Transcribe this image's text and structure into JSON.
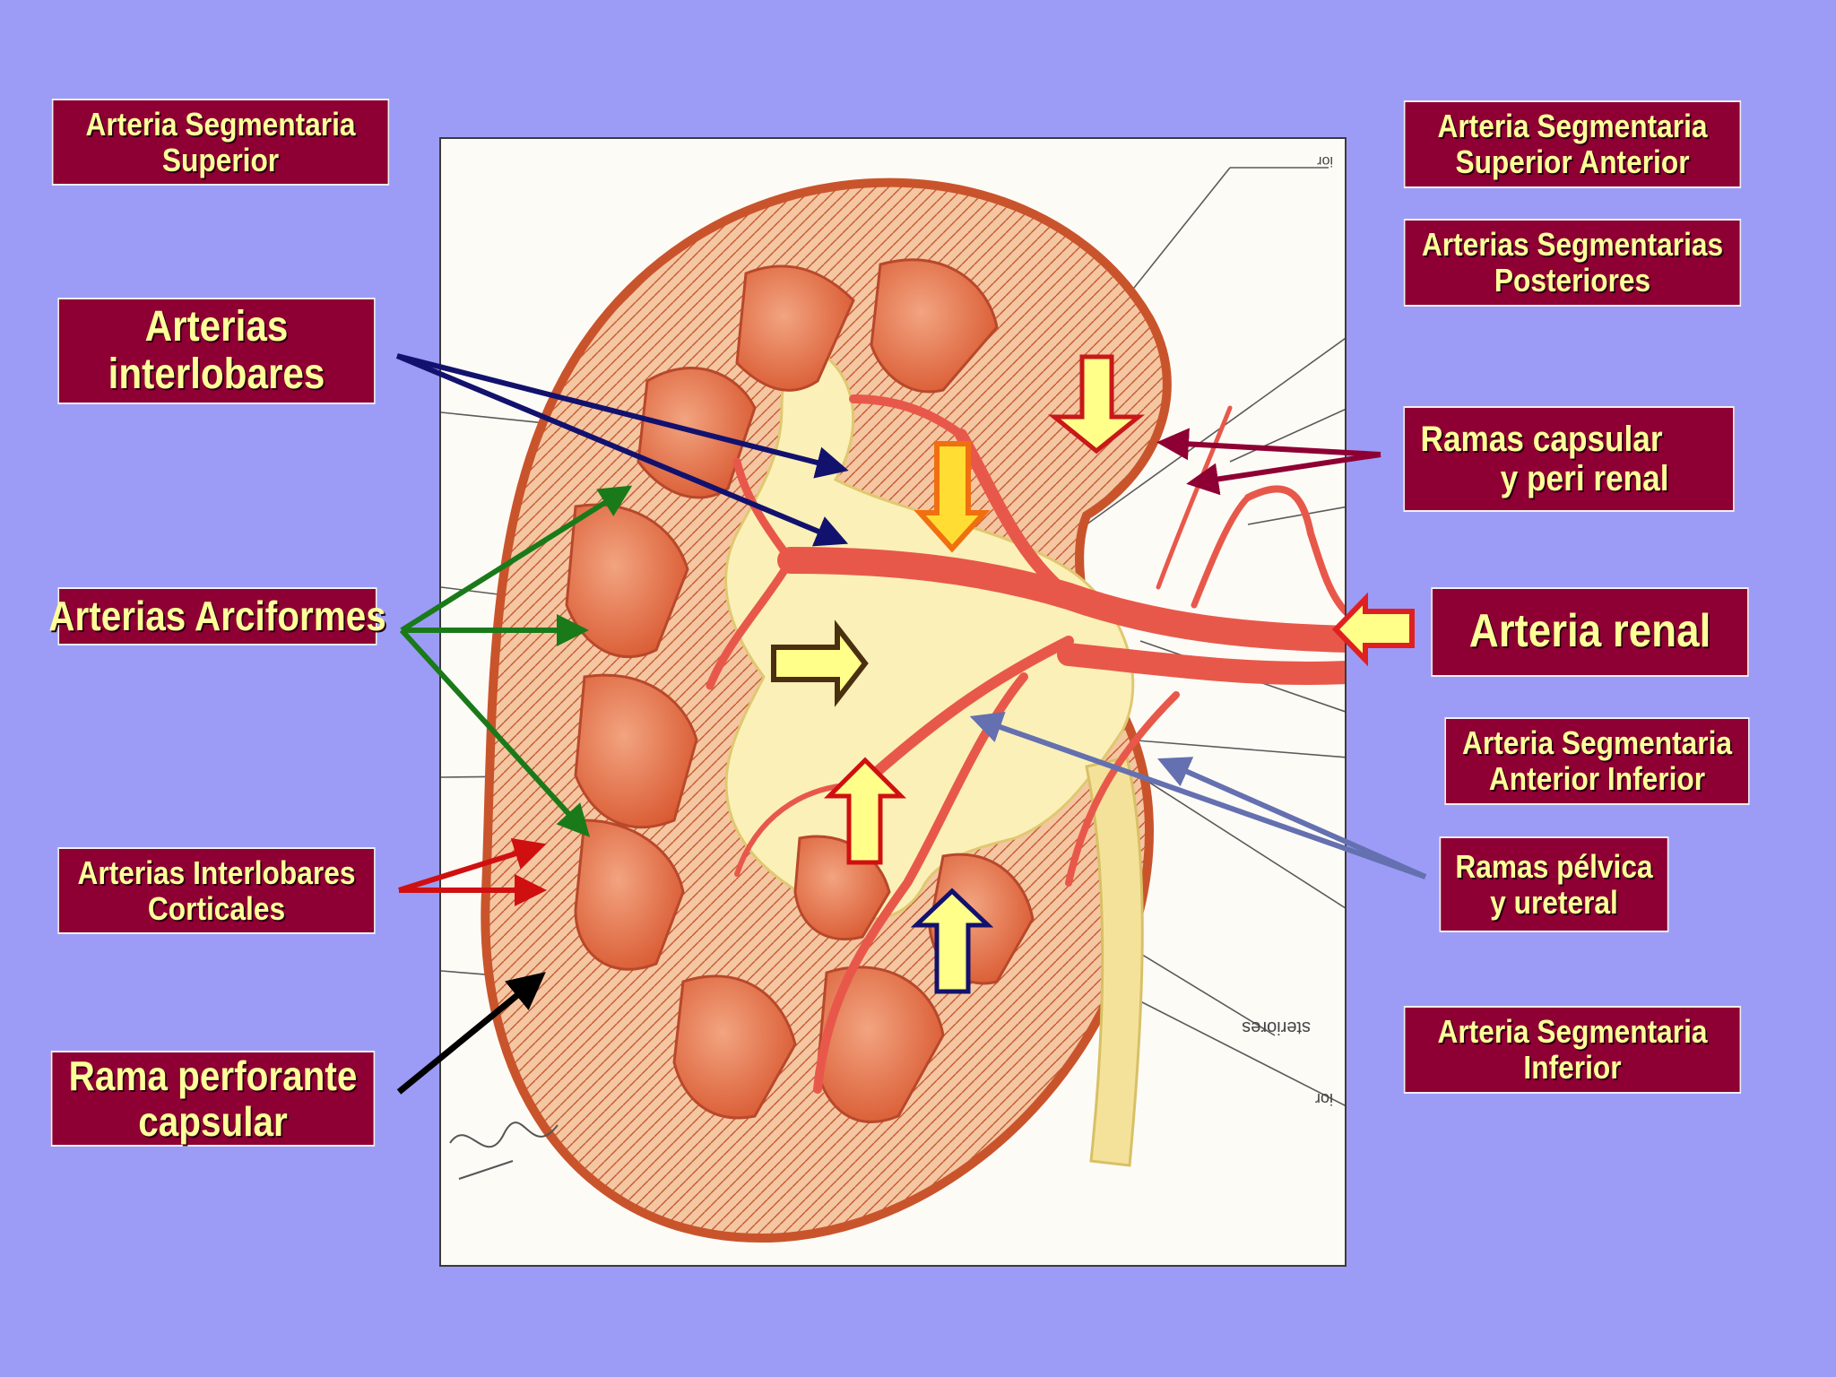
{
  "labels": {
    "seg_superior": [
      "Arteria  Segmentaria",
      "Superior"
    ],
    "interlobares": [
      "Arterias",
      "interlobares"
    ],
    "arciformes": [
      "Arterias Arciformes"
    ],
    "interlobares_corticales": [
      "Arterias Interlobares",
      "Corticales"
    ],
    "perforante": [
      "Rama perforante",
      "capsular"
    ],
    "seg_superior_anterior": [
      "Arteria  Segmentaria",
      "Superior Anterior"
    ],
    "seg_posteriores": [
      "Arterias  Segmentarias",
      "Posteriores"
    ],
    "capsular_perirenal": [
      "Ramas capsular",
      "y peri renal"
    ],
    "renal": [
      "Arteria renal"
    ],
    "seg_anterior_inferior": [
      "Arteria  Segmentaria",
      "Anterior Inferior"
    ],
    "pelvica_ureteral": [
      "Ramas pélvica",
      "y ureteral"
    ],
    "seg_inferior": [
      "Arteria  Segmentaria",
      "Inferior"
    ]
  },
  "figure_text": {
    "tag_top": "ior",
    "tag_mid": "steriores",
    "tag_bottom": "ior"
  },
  "colors": {
    "background": "#9c9cf7",
    "label_bg": "#8e0033",
    "label_text": "#ffff9a",
    "arrow_navy": "#12126e",
    "arrow_green": "#1a7a1a",
    "arrow_red": "#d01010",
    "arrow_black": "#000000",
    "arrow_maroon": "#8e0033",
    "arrow_slate": "#6470b0",
    "block_arrow_fill": "#ffff8a"
  }
}
